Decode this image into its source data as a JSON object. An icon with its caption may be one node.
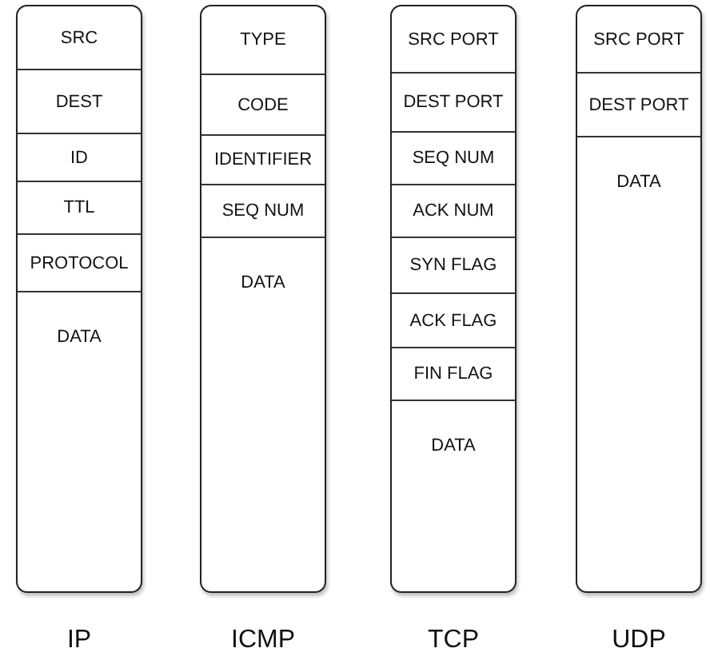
{
  "diagram": {
    "nodes": [
      {
        "text": [
          "IP"
        ]
      },
      {
        "text": [
          "SRC"
        ],
        "in": 0
      },
      {
        "text": [
          "DEST"
        ],
        "in": 0
      },
      {
        "text": [
          "ID"
        ],
        "in": 0
      },
      {
        "text": [
          "TTL"
        ],
        "in": 0
      },
      {
        "text": [
          "PROTOCOL"
        ],
        "in": 0
      },
      {
        "text": [
          "DATA"
        ],
        "in": 0
      },
      {
        "text": [
          "ICMP"
        ]
      },
      {
        "text": [
          "TYPE"
        ],
        "in": 7
      },
      {
        "text": [
          "CODE"
        ],
        "in": 7
      },
      {
        "text": [
          "IDENTIFIER"
        ],
        "in": 7
      },
      {
        "text": [
          "SEQ NUM"
        ],
        "in": 7
      },
      {
        "text": [
          "DATA"
        ],
        "in": 7
      },
      {
        "text": [
          "TCP"
        ]
      },
      {
        "text": [
          "SRC PORT"
        ],
        "in": 13
      },
      {
        "text": [
          "DEST PORT"
        ],
        "in": 13
      },
      {
        "text": [
          "SEQ NUM"
        ],
        "in": 13
      },
      {
        "text": [
          "ACK NUM"
        ],
        "in": 13
      },
      {
        "text": [
          "SYN FLAG"
        ],
        "in": 13
      },
      {
        "text": [
          "ACK FLAG"
        ],
        "in": 13
      },
      {
        "text": [
          "FIN FLAG"
        ],
        "in": 13
      },
      {
        "text": [
          "DATA"
        ],
        "in": 13
      },
      {
        "text": [
          "UDP"
        ]
      },
      {
        "text": [
          "SRC PORT"
        ],
        "in": 22
      },
      {
        "text": [
          "DEST PORT"
        ],
        "in": 22
      },
      {
        "text": [
          "DATA"
        ],
        "in": 22
      }
    ]
  }
}
